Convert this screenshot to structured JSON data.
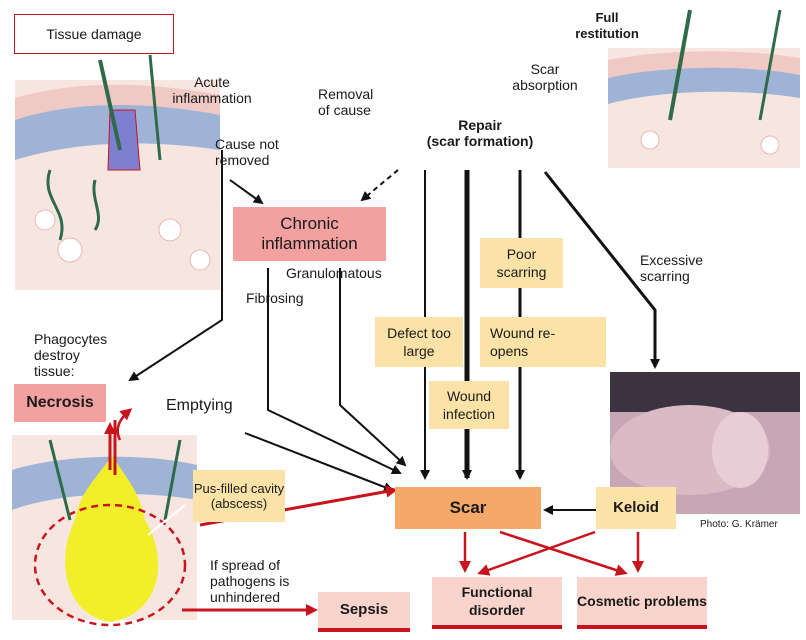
{
  "labels": {
    "tissue_damage": "Tissue damage",
    "acute_inflammation": "Acute inflammation",
    "cause_not_removed": "Cause not removed",
    "removal_of_cause": "Removal of cause",
    "scar_absorption": "Scar absorption",
    "full_restitution": "Full restitution",
    "repair_title": "Repair",
    "repair_sub": "(scar formation)",
    "chronic_inflammation": "Chronic inflammation",
    "granulomatous": "Granulomatous",
    "fibrosing": "Fibrosing",
    "phagocytes": "Phagocytes destroy tissue:",
    "necrosis": "Necrosis",
    "emptying": "Emptying",
    "pus_cavity": "Pus-filled cavity (abscess)",
    "spread": "If spread of pathogens is unhindered",
    "sepsis": "Sepsis",
    "defect_too_large": "Defect too large",
    "wound_infection": "Wound infection",
    "poor_scarring": "Poor scarring",
    "wound_reopens": "Wound re-opens",
    "excessive_scarring": "Excessive scarring",
    "scar": "Scar",
    "keloid": "Keloid",
    "functional_disorder": "Functional disorder",
    "cosmetic_problems": "Cosmetic problems",
    "photo_credit": "Photo: G. Krämer"
  },
  "colors": {
    "pink_box": "#f3a0a0",
    "yellow_box": "#fbe3a8",
    "orange_box": "#f4a96a",
    "light_pink_box": "#f9d4cc",
    "red_arrow": "#c8141e",
    "black_arrow": "#111111",
    "pus": "#f3ee2a"
  }
}
